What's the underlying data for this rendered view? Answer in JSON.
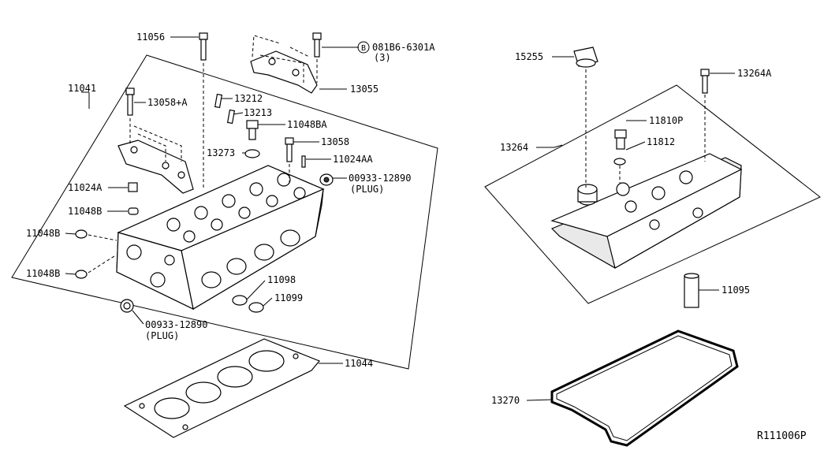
{
  "diagram": {
    "ref_code": "R111006P",
    "labels": {
      "p11056": "11056",
      "p081b6": "081B6-6301A",
      "p081b6_qty": "(3)",
      "bolt_marker": "B",
      "p13055": "13055",
      "p11041": "11041",
      "p13058a": "13058+A",
      "p13212": "13212",
      "p13213": "13213",
      "p11048ba": "11048BA",
      "p13273": "13273",
      "p13058": "13058",
      "p11024aa": "11024AA",
      "p00933_upper": "00933-12890",
      "plug_upper": "(PLUG)",
      "p11024a": "11024A",
      "p11048b_1": "11048B",
      "p11048b_2": "11048B",
      "p11048b_3": "11048B",
      "p11098": "11098",
      "p11099": "11099",
      "p00933_lower": "00933-12890",
      "plug_lower": "(PLUG)",
      "p11044": "11044",
      "p15255": "15255",
      "p13264a": "13264A",
      "p13264": "13264",
      "p11810p": "11810P",
      "p11812": "11812",
      "p11095": "11095",
      "p13270": "13270"
    }
  }
}
